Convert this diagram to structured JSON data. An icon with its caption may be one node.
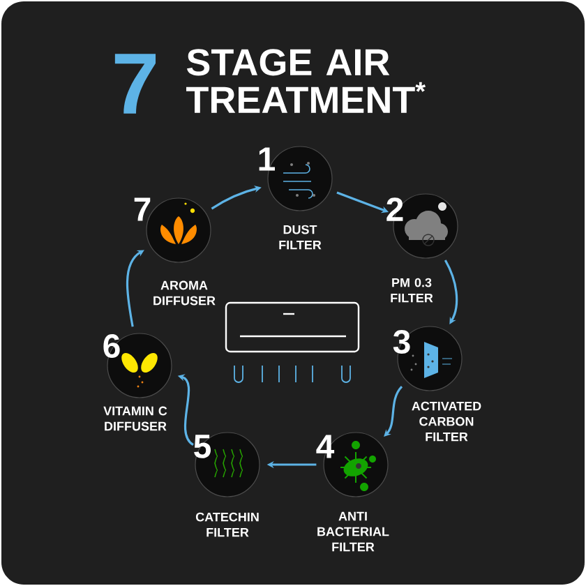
{
  "diagram": {
    "title": "STAGE AIR TREATMENT$^{*}$",
    "nodes": [
      {
        "text": [
          "1",
          "DUST FILTER"
        ]
      },
      {
        "text": [
          "2",
          "PM 0.3 FILTER"
        ]
      },
      {
        "text": [
          "3",
          "ACTIVATED CARBON FILTER"
        ]
      },
      {
        "text": [
          "4",
          "ANTI BACTERIAL FILTER"
        ]
      },
      {
        "text": [
          "5",
          "CATECHIN FILTER"
        ]
      },
      {
        "text": [
          "6",
          "VITAMIN C DIFFUSER"
        ]
      },
      {
        "text": [
          "7",
          "AROMA DIFFUSER"
        ]
      }
    ],
    "edges": [
      {
        "from": 0,
        "to": 1,
        "arrow": "to"
      },
      {
        "from": 1,
        "to": 2,
        "arrow": "to"
      },
      {
        "from": 2,
        "to": 3,
        "arrow": "to"
      },
      {
        "from": 3,
        "to": 4,
        "arrow": "to"
      },
      {
        "from": 4,
        "to": 5,
        "arrow": "to"
      },
      {
        "from": 5,
        "to": 6,
        "arrow": "to"
      },
      {
        "from": 6,
        "to": 0,
        "arrow": "to"
      }
    ],
    "labels": [
      "7"
    ]
  }
}
